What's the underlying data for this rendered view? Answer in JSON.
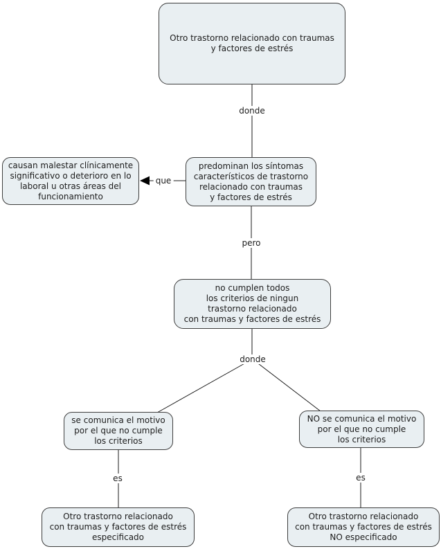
{
  "diagram": {
    "topic": "Otro trastorno relacionado con traumas y factores de estrés",
    "colors": {
      "canvas_bg": "#ffffff",
      "node_fill": "#e9eff2",
      "node_border": "#3d3d3d",
      "line": "#1a1a1a",
      "text": "#1c1c1c"
    },
    "nodes": {
      "root": {
        "text": "Otro trastorno relacionado con traumas\ny factores de estrés"
      },
      "symptoms": {
        "text": "predominan los síntomas\ncaracterísticos de trastorno\nrelacionado  con traumas\ny factores de estrés"
      },
      "distress": {
        "text": "causan malestar clínicamente\nsignificativo o deterioro en lo\nlaboral u otras áreas del\nfuncionamiento"
      },
      "criteria": {
        "text": "no cumplen todos\nlos criterios de ningun\ntrastorno relacionado\ncon traumas y factores de estrés"
      },
      "motive_given": {
        "text": "se comunica el motivo\npor el que no cumple\nlos criterios"
      },
      "motive_not_given": {
        "text": "NO se comunica el motivo\npor el que no cumple\nlos criterios"
      },
      "specified": {
        "text": "Otro trastorno relacionado\ncon traumas y factores de estrés\nespecificado"
      },
      "unspecified": {
        "text": "Otro trastorno relacionado\ncon traumas y factores de estrés\nNO especificado"
      }
    },
    "link_labels": {
      "donde_top": "donde",
      "que": "que",
      "pero": "pero",
      "donde_branch": "donde",
      "es_left": "es",
      "es_right": "es"
    }
  }
}
